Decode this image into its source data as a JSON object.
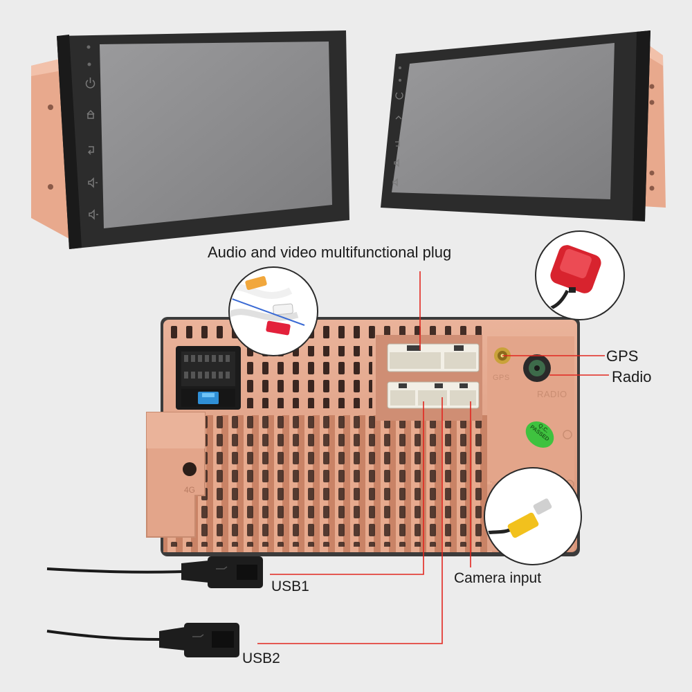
{
  "labels": {
    "av_plug": "Audio and video multifunctional plug",
    "gps": "GPS",
    "radio": "Radio",
    "usb1": "USB1",
    "camera": "Camera input",
    "usb2": "USB2"
  },
  "embossed": {
    "gps": "GPS",
    "radio": "RADIO",
    "qc_badge": "Q.C. PASSED"
  },
  "colors": {
    "background": "#ececec",
    "chassis": "#e3a58a",
    "callout_line": "#e2261f",
    "screen": "#8c8c8e",
    "bezel": "#2b2b2b",
    "qc_badge": "#3fc23f"
  },
  "icons": {
    "power": "power-icon",
    "home": "home-icon",
    "back": "back-icon",
    "volume_up": "volume-up-icon",
    "volume_down": "volume-down-icon"
  }
}
